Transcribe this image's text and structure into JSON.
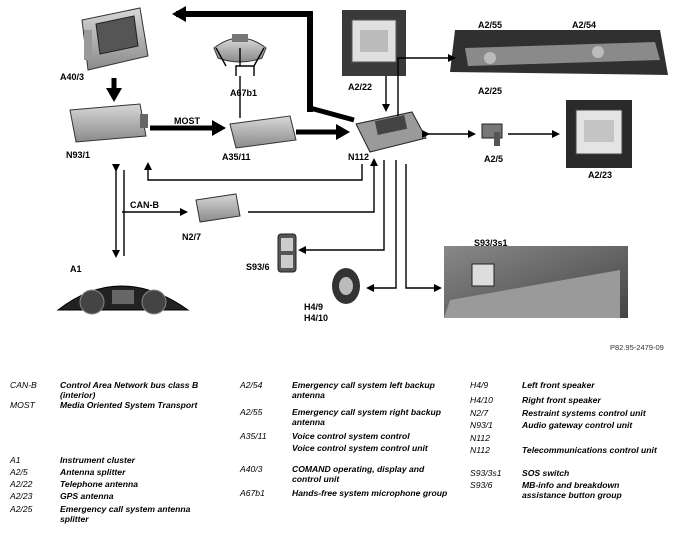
{
  "components": {
    "a40_3": "A40/3",
    "a67b1": "A67b1",
    "a2_22": "A2/22",
    "a2_55": "A2/55",
    "a2_54": "A2/54",
    "a2_25": "A2/25",
    "n93_1": "N93/1",
    "a35_11": "A35/11",
    "n112": "N112",
    "a2_5": "A2/5",
    "a2_23": "A2/23",
    "n2_7": "N2/7",
    "s93_3s1": "S93/3s1",
    "s93_6": "S93/6",
    "a1": "A1",
    "h4_9": "H4/9",
    "h4_10": "H4/10"
  },
  "bus_labels": {
    "most": "MOST",
    "canb": "CAN-B"
  },
  "figure_id": "P82.95-2479-09",
  "legend_col1": [
    {
      "code": "CAN-B",
      "desc": "Control Area Network bus class B (interior)"
    },
    {
      "code": "MOST",
      "desc": "Media Oriented System Transport"
    },
    {
      "code": "A1",
      "desc": "Instrument cluster"
    },
    {
      "code": "A2/5",
      "desc": "Antenna splitter"
    },
    {
      "code": "A2/22",
      "desc": "Telephone antenna"
    },
    {
      "code": "A2/23",
      "desc": "GPS antenna"
    },
    {
      "code": "A2/25",
      "desc": "Emergency call system antenna splitter"
    }
  ],
  "legend_col2": [
    {
      "code": "A2/54",
      "desc": "Emergency call system left backup antenna"
    },
    {
      "code": "A2/55",
      "desc": "Emergency call system right backup antenna"
    },
    {
      "code": "A35/11",
      "desc": "Voice control system control"
    },
    {
      "code": "",
      "desc": "Voice control system control unit"
    },
    {
      "code": "A40/3",
      "desc": "COMAND operating, display and control unit"
    },
    {
      "code": "A67b1",
      "desc": "Hands-free system microphone group"
    }
  ],
  "legend_col3": [
    {
      "code": "H4/9",
      "desc": "Left front speaker"
    },
    {
      "code": "H4/10",
      "desc": "Right front speaker"
    },
    {
      "code": "N2/7",
      "desc": "Restraint systems control unit"
    },
    {
      "code": "N93/1",
      "desc": "Audio gateway control unit"
    },
    {
      "code": "N112",
      "desc": ""
    },
    {
      "code": "N112",
      "desc": "Telecommunications control unit"
    },
    {
      "code": "S93/3s1",
      "desc": "SOS switch"
    },
    {
      "code": "S93/6",
      "desc": "MB-info and breakdown assistance button group"
    }
  ]
}
